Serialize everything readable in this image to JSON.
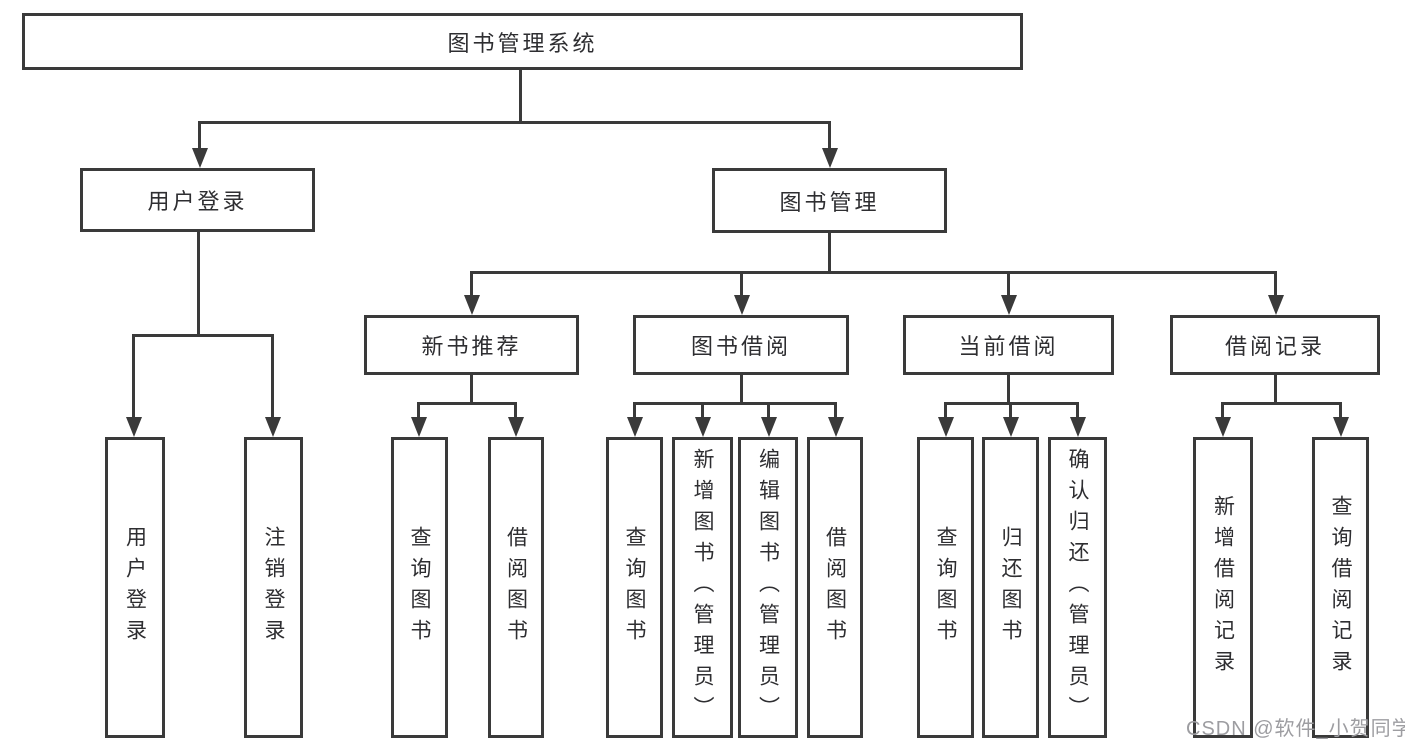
{
  "diagram": {
    "root": "图书管理系统",
    "level2": [
      {
        "label": "用户登录",
        "leaves": [
          "用户登录",
          "注销登录"
        ]
      },
      {
        "label": "图书管理",
        "groups": [
          {
            "label": "新书推荐",
            "leaves": [
              "查询图书",
              "借阅图书"
            ]
          },
          {
            "label": "图书借阅",
            "leaves": [
              "查询图书",
              "新增图书（管理员）",
              "编辑图书（管理员）",
              "借阅图书"
            ]
          },
          {
            "label": "当前借阅",
            "leaves": [
              "查询图书",
              "归还图书",
              "确认归还（管理员）"
            ]
          },
          {
            "label": "借阅记录",
            "leaves": [
              "新增借阅记录",
              "查询借阅记录"
            ]
          }
        ]
      }
    ]
  },
  "watermark": {
    "text": "CSDN @软件_小贺同学"
  },
  "colors": {
    "line": "#3a3a3a",
    "text": "#2e2e31",
    "watermark": "#9d9da1",
    "bg": "#ffffff"
  }
}
